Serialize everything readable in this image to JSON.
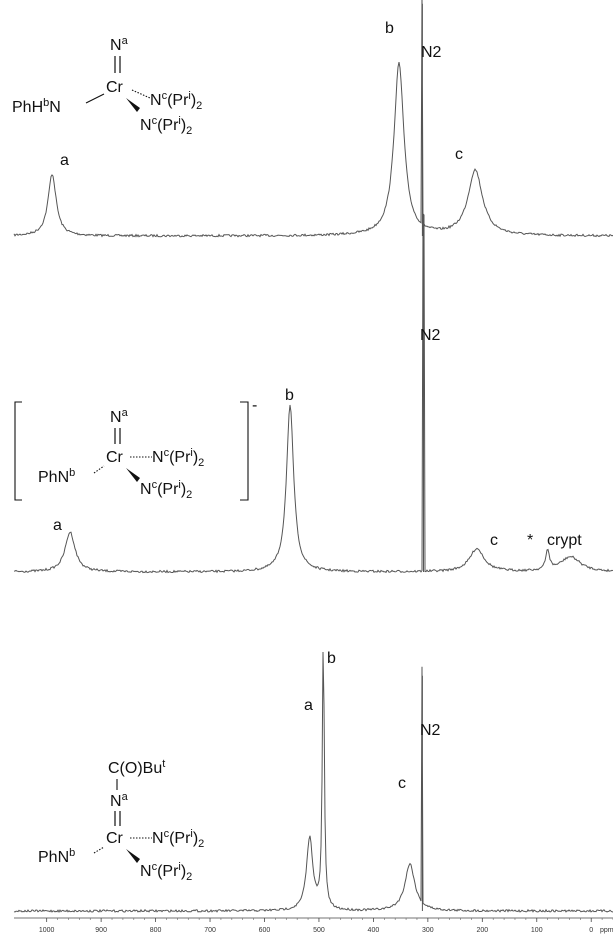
{
  "chart_data": [
    {
      "type": "line",
      "title": "",
      "xlabel": "",
      "ylabel": "",
      "xlim": [
        1060,
        -40
      ],
      "x_reversed": true,
      "peaks": [
        {
          "label": "a",
          "x": 990,
          "height": 0.36,
          "width": 9
        },
        {
          "label": "b",
          "x": 353,
          "height": 1.0,
          "width": 11
        },
        {
          "label": "c",
          "x": 213,
          "height": 0.38,
          "width": 16
        },
        {
          "label": "N2",
          "x": 310,
          "height": 1.35,
          "width": 0.8
        }
      ],
      "annotations": [
        "a",
        "b",
        "c",
        "N2"
      ],
      "structure": {
        "row1_atom": "N",
        "row1_sup": "a",
        "r_group": "PhH",
        "r_group_sup": "b",
        "r_group_tail": "N",
        "metal": "Cr",
        "amide1_N": "N",
        "amide1_sup": "c",
        "amide1_tail1": "(Pr",
        "amide1_tailsup": "i",
        "amide1_tail2": ")",
        "amide1_sub": "2",
        "amide2_N": "N",
        "amide2_sup": "c",
        "amide2_tail1": "(Pr",
        "amide2_tailsup": "i",
        "amide2_tail2": ")",
        "amide2_sub": "2"
      }
    },
    {
      "type": "line",
      "title": "",
      "xlabel": "",
      "ylabel": "",
      "xlim": [
        1060,
        -40
      ],
      "x_reversed": true,
      "peaks": [
        {
          "label": "a",
          "x": 957,
          "height": 0.24,
          "width": 11
        },
        {
          "label": "b",
          "x": 553,
          "height": 1.0,
          "width": 8
        },
        {
          "label": "c",
          "x": 210,
          "height": 0.14,
          "width": 16
        },
        {
          "label": "*",
          "x": 80,
          "height": 0.12,
          "width": 4
        },
        {
          "label": "crypt",
          "x": 38,
          "height": 0.09,
          "width": 22
        },
        {
          "label": "N2",
          "x": 308,
          "height": 2.15,
          "width": 0.8
        }
      ],
      "annotations": [
        "a",
        "b",
        "c",
        "N2",
        "*",
        "crypt"
      ],
      "charge": "-",
      "structure": {
        "row1_atom": "N",
        "row1_sup": "a",
        "r_group": "Ph",
        "r_group_tail": "N",
        "r_group_sup": "b",
        "metal": "Cr",
        "amide1_N": "N",
        "amide1_sup": "c",
        "amide1_tail1": "(Pr",
        "amide1_tailsup": "i",
        "amide1_tail2": ")",
        "amide1_sub": "2",
        "amide2_N": "N",
        "amide2_sup": "c",
        "amide2_tail1": "(Pr",
        "amide2_tailsup": "i",
        "amide2_tail2": ")",
        "amide2_sub": "2"
      }
    },
    {
      "type": "line",
      "title": "",
      "xlabel": "",
      "ylabel": "",
      "xlim": [
        1060,
        -40
      ],
      "x_reversed": true,
      "x_ticks": [
        1000,
        900,
        800,
        700,
        600,
        500,
        400,
        300,
        200,
        100,
        0
      ],
      "x_tick_labels": [
        "1000",
        "900",
        "800",
        "700",
        "600",
        "500",
        "400",
        "300",
        "200",
        "100",
        "0"
      ],
      "x_unit_text": "ppm",
      "peaks": [
        {
          "label": "a",
          "x": 517,
          "height": 0.65,
          "width": 7
        },
        {
          "label": "b",
          "x": 492,
          "height": 2.4,
          "width": 2.2
        },
        {
          "label": "c",
          "x": 333,
          "height": 0.42,
          "width": 11
        },
        {
          "label": "N2",
          "x": 310,
          "height": 2.1,
          "width": 0.8
        }
      ],
      "annotations": [
        "a",
        "b",
        "c",
        "N2"
      ],
      "structure": {
        "top_group": "C(O)Bu",
        "top_group_sup": "t",
        "row1_atom": "N",
        "row1_sup": "a",
        "r_group": "Ph",
        "r_group_tail": "N",
        "r_group_sup": "b",
        "metal": "Cr",
        "amide1_N": "N",
        "amide1_sup": "c",
        "amide1_tail1": "(Pr",
        "amide1_tailsup": "i",
        "amide1_tail2": ")",
        "amide1_sub": "2",
        "amide2_N": "N",
        "amide2_sup": "c",
        "amide2_tail1": "(Pr",
        "amide2_tailsup": "i",
        "amide2_tail2": ")",
        "amide2_sub": "2"
      }
    }
  ]
}
